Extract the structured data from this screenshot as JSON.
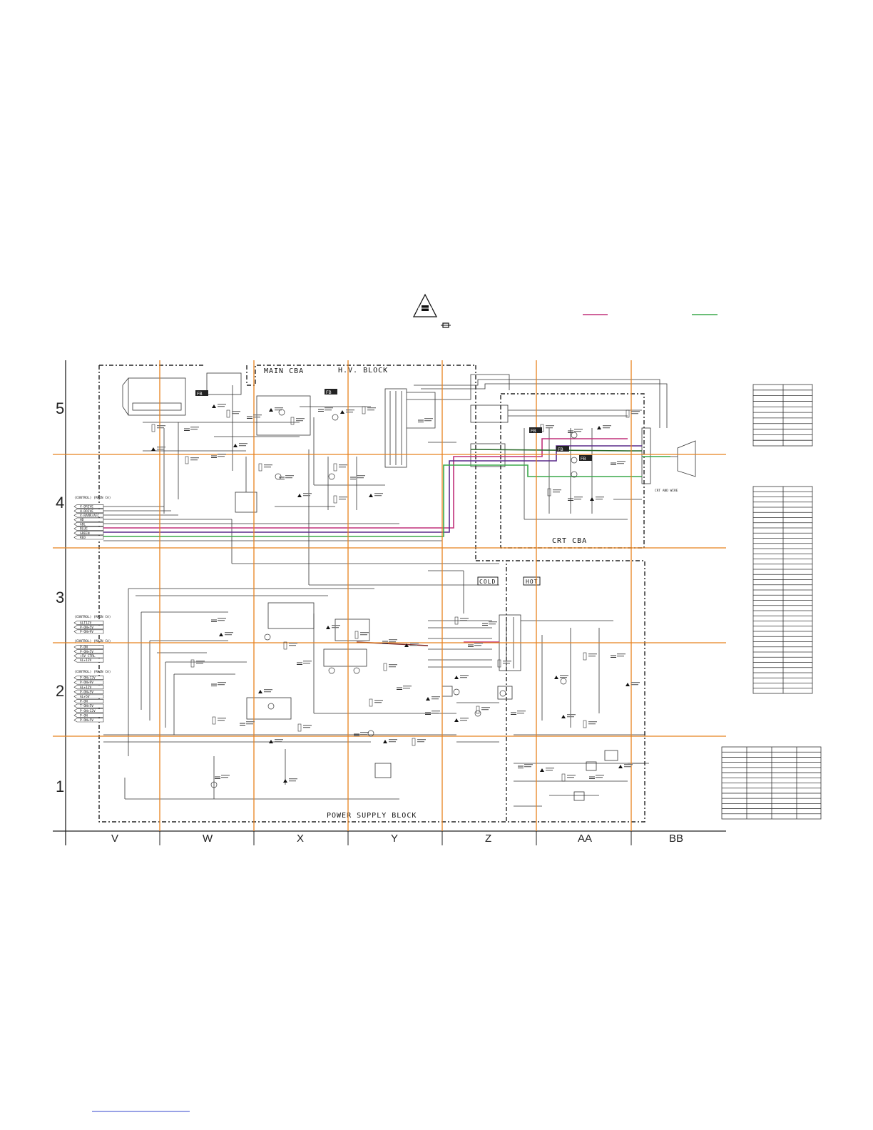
{
  "blocks": {
    "main_cba": "MAIN CBA",
    "hv_block": "H.V. BLOCK",
    "crt_cba": "CRT CBA",
    "power_supply_block": "POWER SUPPLY BLOCK",
    "cold": "COLD",
    "hot": "HOT",
    "crt_and_wire": "CRT AND WIRE"
  },
  "grid": {
    "columns": [
      "V",
      "W",
      "X",
      "Y",
      "Z",
      "AA",
      "BB"
    ],
    "rows": [
      "5",
      "4",
      "3",
      "2",
      "1"
    ]
  },
  "connector_panels": [
    {
      "title": "(CONTROL) (MAIN CA)",
      "pins": [
        "V-DRIVE",
        "H-DRIVE",
        "V-RAMP/AFC",
        "HD",
        "ABL",
        "BLUE",
        "GREEN",
        "RED"
      ]
    },
    {
      "title": "(CONTROL) (MAIN CA)",
      "pins": [
        "ALT12V",
        "P-ON+5V",
        "P-ON+9V"
      ]
    },
    {
      "title": "(CONTROL) (MAIN CA)",
      "pins": [
        "P-ON",
        "P-ON+5V",
        "+5V CTRL",
        "AL+13V"
      ]
    },
    {
      "title": "(CONTROL) (MAIN CA)",
      "pins": [
        "P-ON+12V",
        "P-ON+9V",
        "AL+12V",
        "P-ON+5V",
        "AL+5V",
        "P-ON",
        "T-ON+5V",
        "P-ON+12V",
        "P-ON",
        "P-ON+5V"
      ]
    }
  ],
  "markers": [
    "FB",
    "FB",
    "FB",
    "FB",
    "FB"
  ],
  "line_colors": {
    "red_signal": "#c0307a",
    "green_signal": "#3aa84a",
    "blue_signal": "#5a2a8a",
    "grid": "#e8821e"
  },
  "icons": [
    "safety-warning-icon",
    "fuse-symbol-icon"
  ]
}
